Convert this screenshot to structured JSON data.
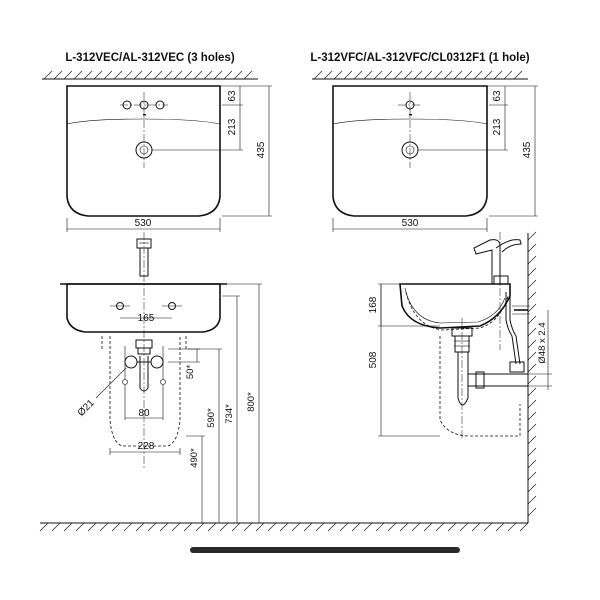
{
  "titles": {
    "left": "L-312VEC/AL-312VEC (3 holes)",
    "right": "L-312VFC/AL-312VFC/CL0312F1 (1 hole)"
  },
  "top_left_dims": {
    "d63": "63",
    "d213": "213",
    "d435": "435",
    "d530": "530"
  },
  "top_right_dims": {
    "d63": "63",
    "d213": "213",
    "d435": "435",
    "d530": "530"
  },
  "front_dims": {
    "d165": "165",
    "d21": "Ø21",
    "d50": "50*",
    "d80": "80",
    "d228": "228",
    "d490": "490*",
    "d590": "590*",
    "d734": "734*",
    "d800": "800*"
  },
  "side_dims": {
    "d168": "168",
    "d508": "508",
    "d48": "Ø48 x 2.4"
  }
}
